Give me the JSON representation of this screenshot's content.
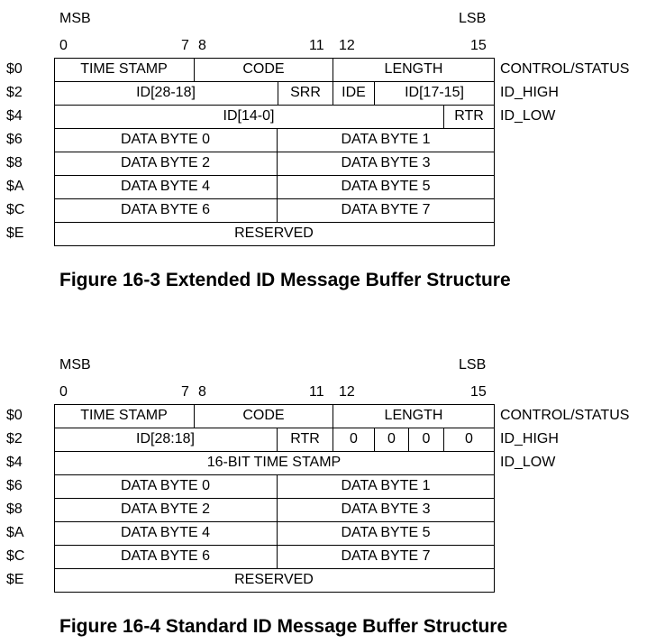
{
  "fig1": {
    "msb": "MSB",
    "lsb": "LSB",
    "bits": [
      "0",
      "7",
      "8",
      "11",
      "12",
      "15"
    ],
    "addresses": [
      "$0",
      "$2",
      "$4",
      "$6",
      "$8",
      "$A",
      "$C",
      "$E"
    ],
    "registers": [
      "CONTROL/STATUS",
      "ID_HIGH",
      "ID_LOW"
    ],
    "row0": [
      "TIME STAMP",
      "CODE",
      "LENGTH"
    ],
    "row1": [
      "ID[28-18]",
      "SRR",
      "IDE",
      "ID[17-15]"
    ],
    "row2": [
      "ID[14-0]",
      "RTR"
    ],
    "data": [
      "DATA BYTE 0",
      "DATA BYTE 1",
      "DATA BYTE 2",
      "DATA BYTE 3",
      "DATA BYTE 4",
      "DATA BYTE 5",
      "DATA BYTE 6",
      "DATA BYTE 7"
    ],
    "reserved": "RESERVED",
    "caption": "Figure 16-3  Extended ID Message Buffer Structure"
  },
  "fig2": {
    "msb": "MSB",
    "lsb": "LSB",
    "bits": [
      "0",
      "7",
      "8",
      "11",
      "12",
      "15"
    ],
    "addresses": [
      "$0",
      "$2",
      "$4",
      "$6",
      "$8",
      "$A",
      "$C",
      "$E"
    ],
    "registers": [
      "CONTROL/STATUS",
      "ID_HIGH",
      "ID_LOW"
    ],
    "row0": [
      "TIME STAMP",
      "CODE",
      "LENGTH"
    ],
    "row1": [
      "ID[28:18]",
      "RTR",
      "0",
      "0",
      "0",
      "0"
    ],
    "row2": [
      "16-BIT TIME STAMP"
    ],
    "data": [
      "DATA BYTE 0",
      "DATA BYTE 1",
      "DATA BYTE 2",
      "DATA BYTE 3",
      "DATA BYTE 4",
      "DATA BYTE 5",
      "DATA BYTE 6",
      "DATA BYTE 7"
    ],
    "reserved": "RESERVED",
    "caption": "Figure 16-4  Standard ID Message Buffer Structure"
  }
}
